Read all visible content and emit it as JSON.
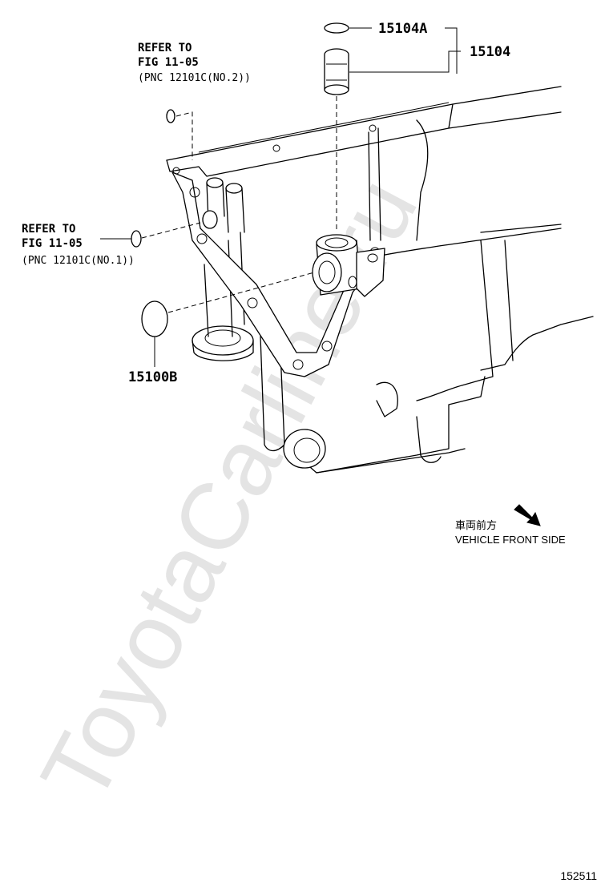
{
  "labels": {
    "strainer_gasket": "15104A",
    "strainer_assy": "15104",
    "oring_large": "15100B"
  },
  "refer_top": {
    "line1": "REFER TO",
    "line2": "FIG 11-05",
    "line3": "(PNC 12101C(NO.2))"
  },
  "refer_left": {
    "line1": "REFER TO",
    "line2": "FIG 11-05",
    "line3": "(PNC 12101C(NO.1))"
  },
  "direction": {
    "japanese": "車両前方",
    "english": "VEHICLE FRONT SIDE",
    "arrow_icon": "arrow-down-right-icon"
  },
  "watermark": "ToyotaCarline.ru",
  "figure_number": "152511"
}
